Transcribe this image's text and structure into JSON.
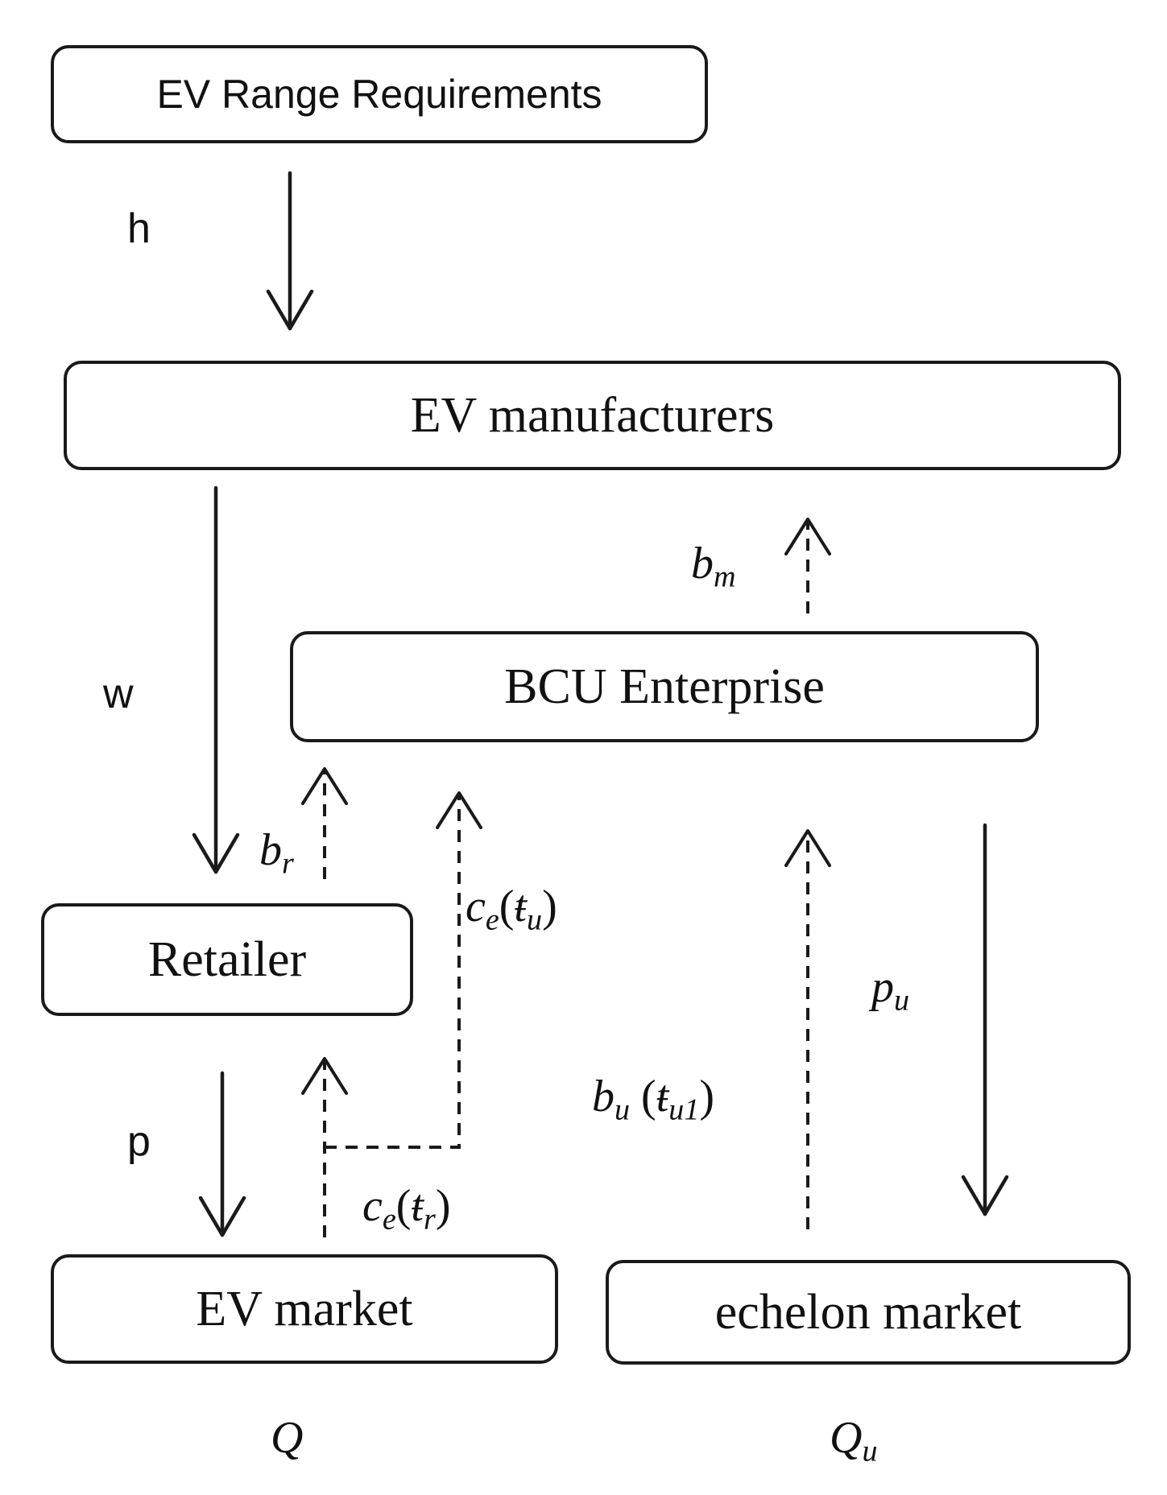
{
  "nodes": {
    "range_requirements": "EV Range Requirements",
    "manufacturers": "EV manufacturers",
    "bcu_enterprise": "BCU Enterprise",
    "retailer": "Retailer",
    "ev_market": "EV market",
    "echelon_market": "echelon market"
  },
  "edge_labels": {
    "h": "h",
    "w": "w",
    "p": "p",
    "b_m": {
      "base": "b",
      "sub": "m"
    },
    "b_r": {
      "base": "b",
      "sub": "r"
    },
    "p_u": {
      "base": "p",
      "sub": "u"
    },
    "c_e_tu": {
      "base": "c",
      "sub": "e",
      "arg": "ŧ",
      "arg_sub": "u"
    },
    "c_e_tr": {
      "base": "c",
      "sub": "e",
      "arg": "ŧ",
      "arg_sub": "r"
    },
    "b_u_tu1": {
      "base": "b",
      "sub": "u",
      "arg": "ŧ",
      "arg_sub": "u1"
    }
  },
  "quantities": {
    "Q": "Q",
    "Q_u": {
      "base": "Q",
      "sub": "u"
    }
  },
  "colors": {
    "stroke": "#1a1a1a",
    "background": "#ffffff"
  }
}
